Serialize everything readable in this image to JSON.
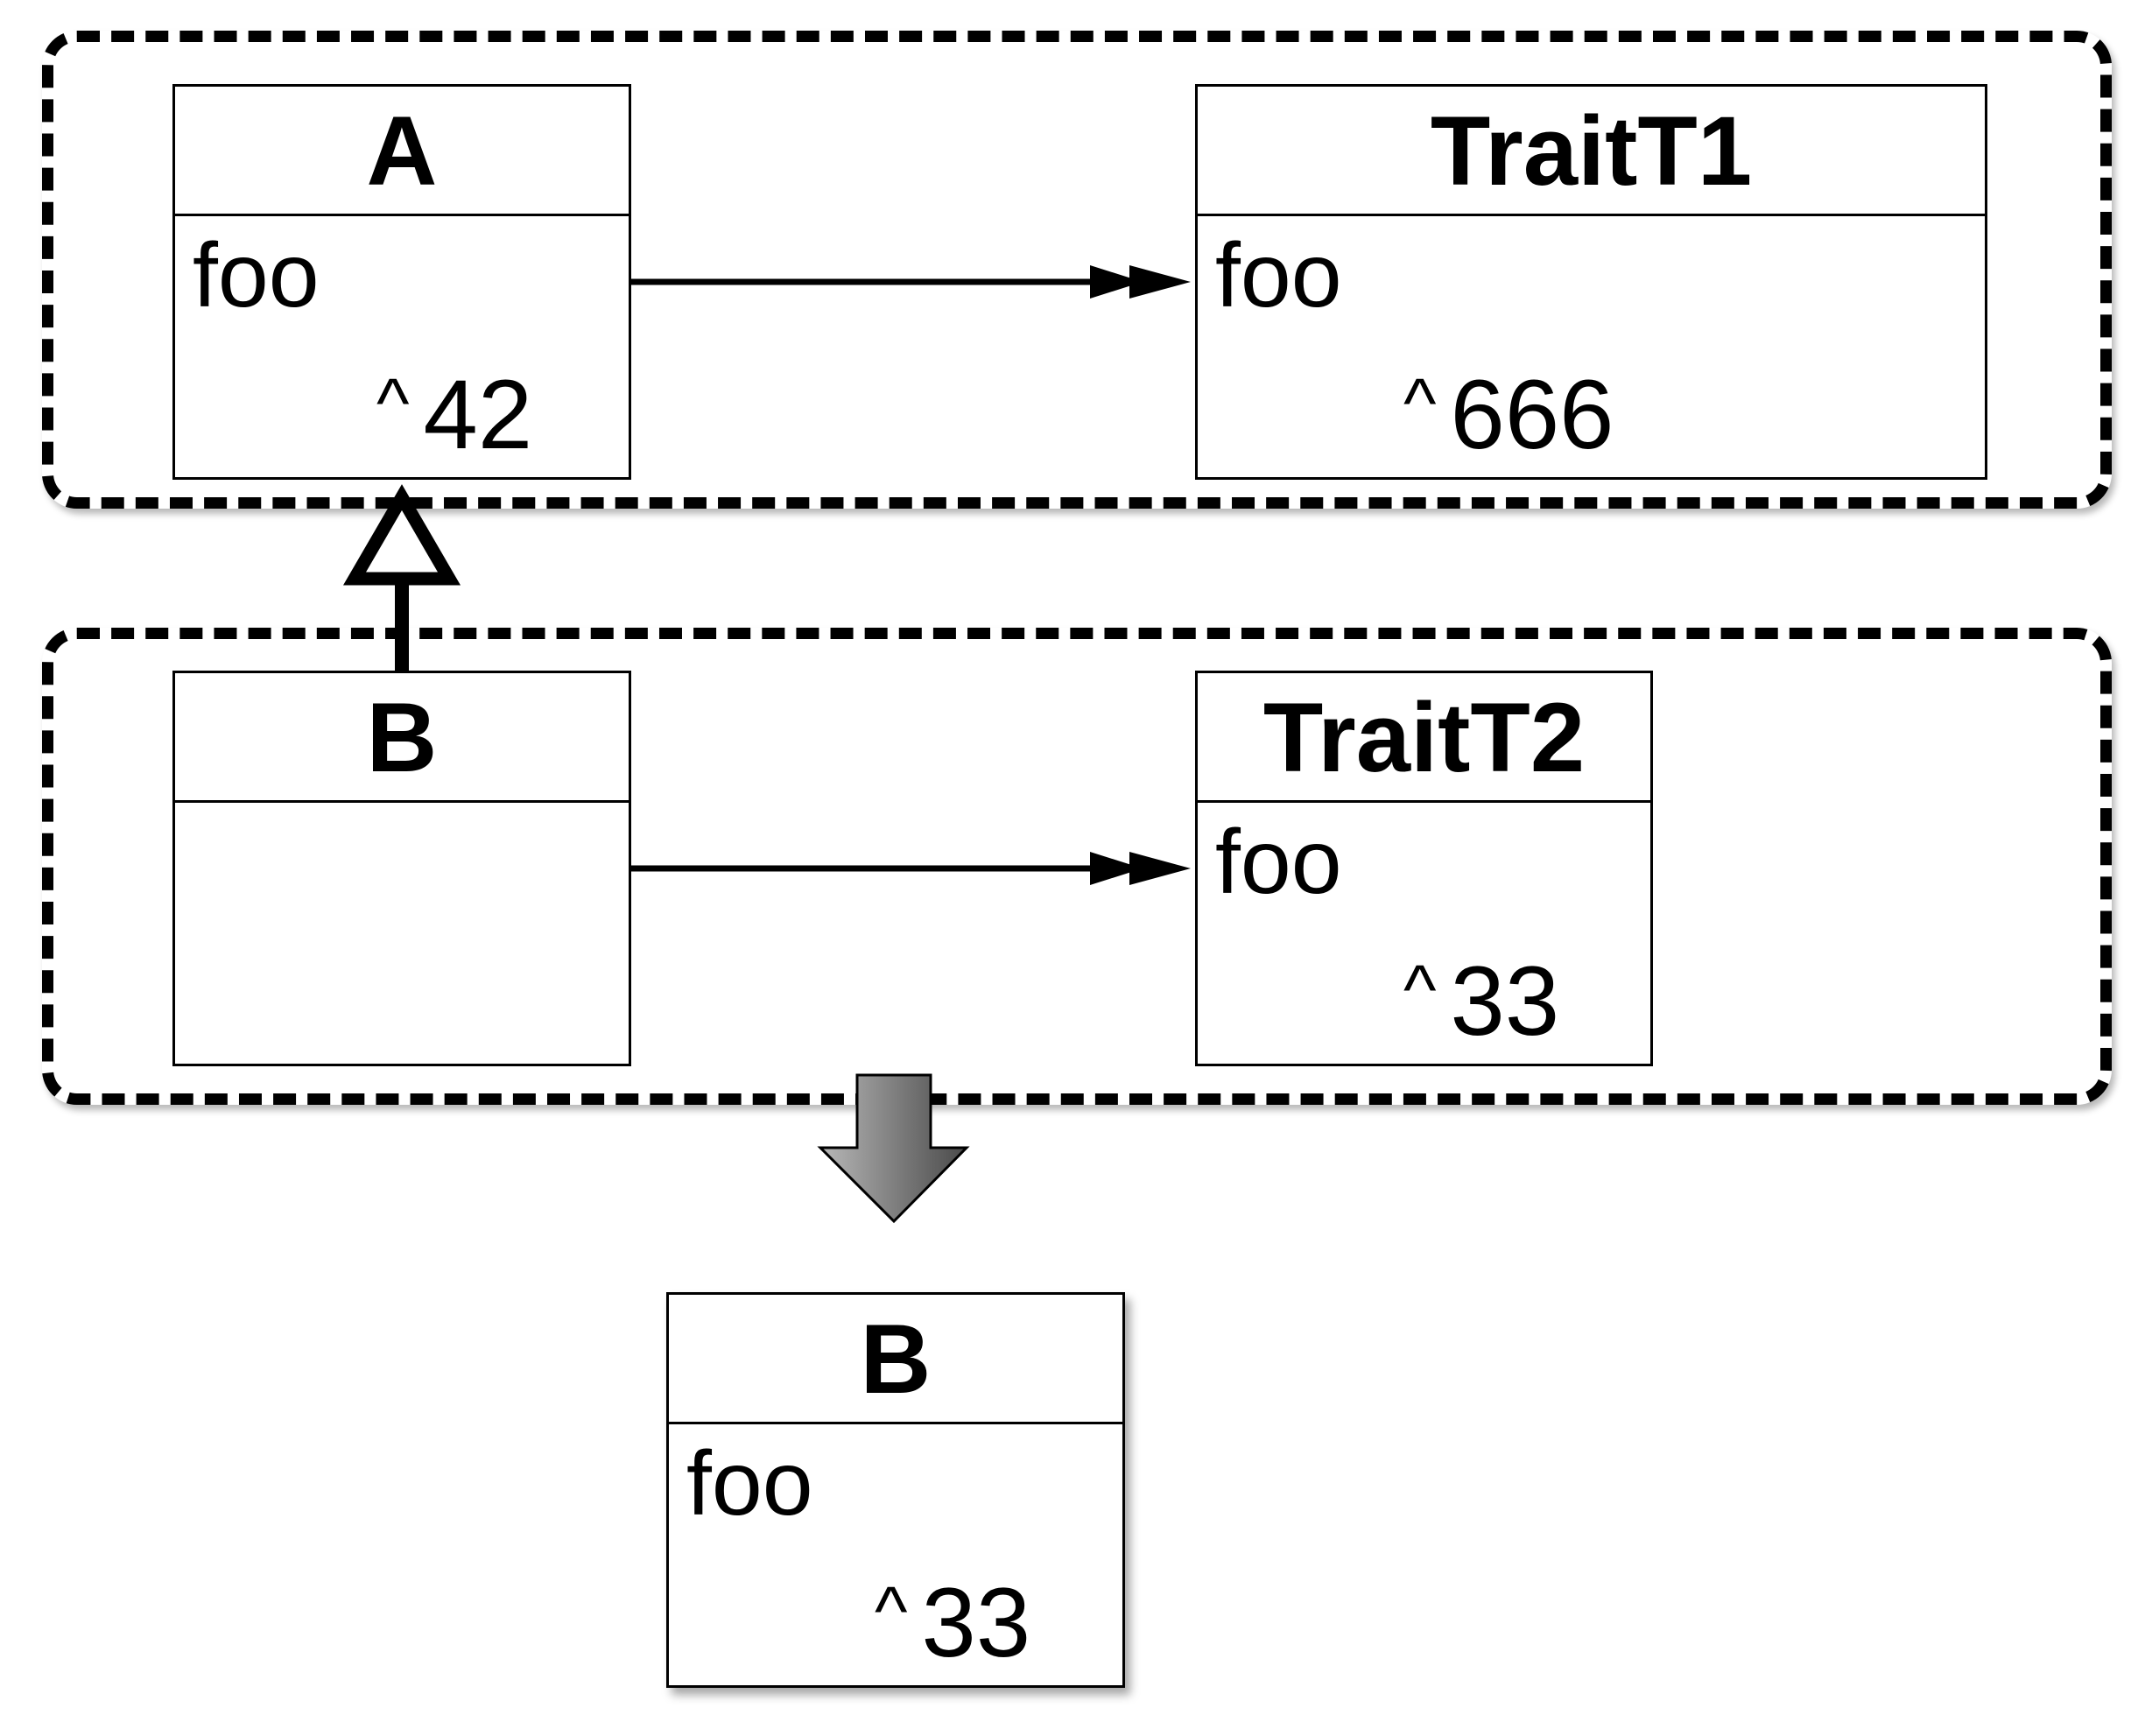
{
  "diagram": {
    "top_group": {
      "class_box": {
        "title": "A",
        "method": "foo",
        "return_caret": "^",
        "return_value": "42"
      },
      "trait_box": {
        "title": "TraitT1",
        "method": "foo",
        "return_caret": "^",
        "return_value": "666"
      }
    },
    "bottom_group": {
      "class_box": {
        "title": "B"
      },
      "trait_box": {
        "title": "TraitT2",
        "method": "foo",
        "return_caret": "^",
        "return_value": "33"
      }
    },
    "result_box": {
      "title": "B",
      "method": "foo",
      "return_caret": "^",
      "return_value": "33"
    },
    "connectors": [
      {
        "from": "A",
        "to": "TraitT1",
        "kind": "trait-use"
      },
      {
        "from": "B",
        "to": "TraitT2",
        "kind": "trait-use"
      },
      {
        "from": "B",
        "to": "A",
        "kind": "inheritance"
      },
      {
        "from": "bottom_group",
        "to": "result_box",
        "kind": "flattening"
      }
    ],
    "colors": {
      "line": "#000000",
      "background": "#ffffff",
      "flatten_arrow_light": "#b8b8b8",
      "flatten_arrow_dark": "#4a4a4a"
    }
  }
}
